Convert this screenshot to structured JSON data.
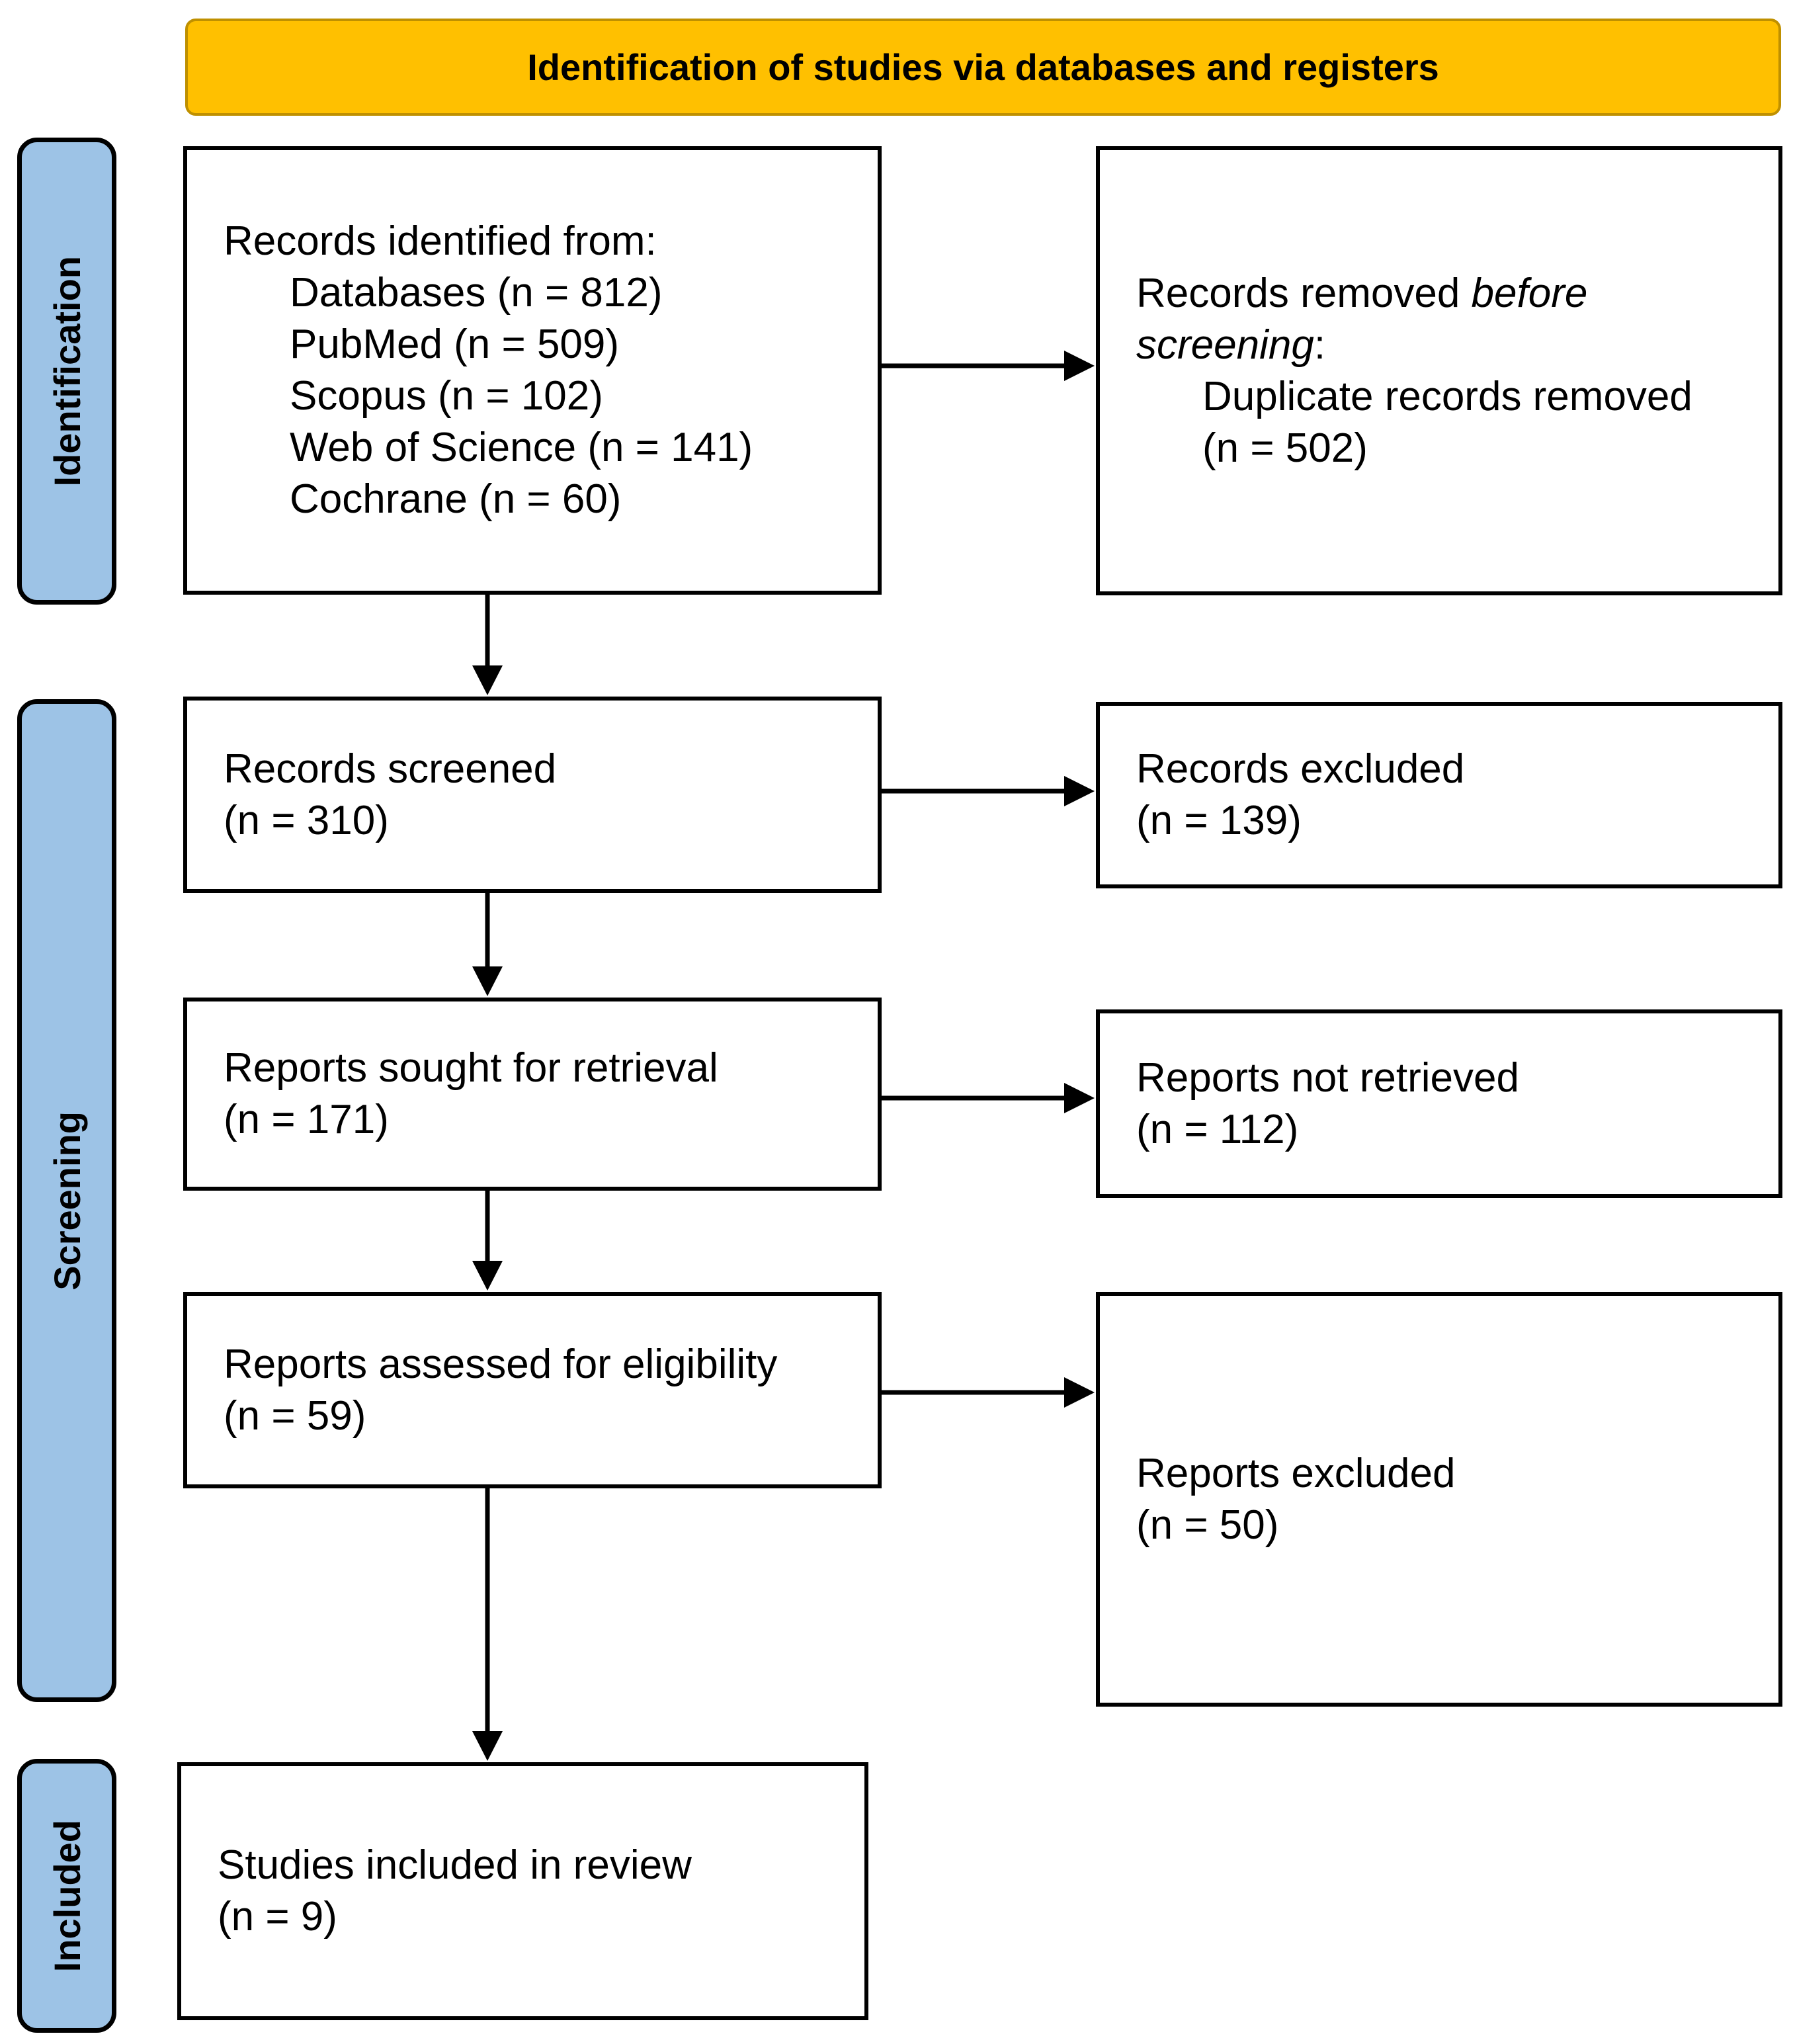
{
  "colors": {
    "header_fill": "#FFC000",
    "header_border": "#BF9000",
    "stage_fill": "#9DC3E6",
    "box_border": "#000000",
    "arrow": "#000000"
  },
  "header": {
    "title": "Identification of studies via databases and registers"
  },
  "stages": [
    {
      "label": "Identification"
    },
    {
      "label": "Screening"
    },
    {
      "label": "Included"
    }
  ],
  "flow": {
    "identified": {
      "title": "Records identified from:",
      "sources": [
        "Databases (n = 812)",
        "PubMed (n = 509)",
        "Scopus (n = 102)",
        "Web of Science (n = 141)",
        "Cochrane (n = 60)"
      ]
    },
    "removed": {
      "line1_plain": "Records removed ",
      "line1_italic": "before",
      "line2_italic": "screening",
      "line2_colon": ":",
      "detail_line1": "Duplicate records removed",
      "detail_line2": "(n = 502)"
    },
    "screened": {
      "label": "Records screened",
      "count": "(n = 310)"
    },
    "records_excluded": {
      "label": "Records excluded",
      "count": "(n = 139)"
    },
    "sought": {
      "label": "Reports sought for retrieval",
      "count": "(n = 171)"
    },
    "not_retrieved": {
      "label": "Reports not retrieved",
      "count": "(n = 112)"
    },
    "assessed": {
      "label": "Reports assessed for eligibility",
      "count": "(n = 59)"
    },
    "reports_excluded": {
      "label": "Reports excluded",
      "count": "(n = 50)"
    },
    "included": {
      "label": "Studies included in review",
      "count": "(n = 9)"
    }
  }
}
